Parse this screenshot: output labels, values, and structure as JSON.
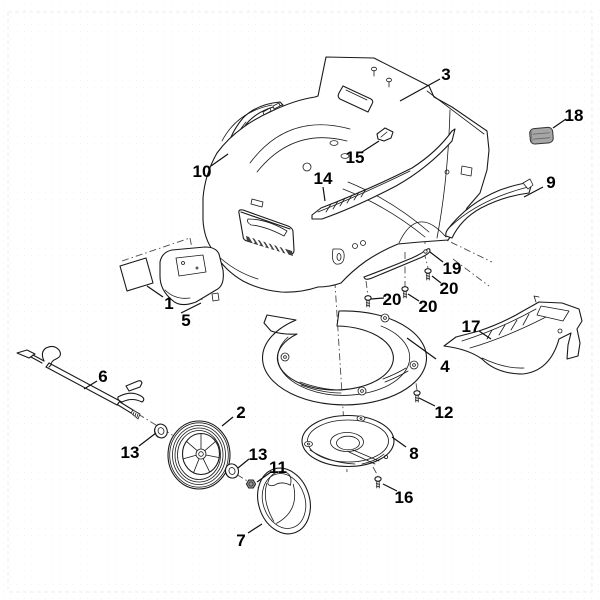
{
  "page": {
    "background": "#ffffff"
  },
  "colors": {
    "line": "#1a1a1a",
    "shade": "#3f3f3f",
    "plug": "#a6a6a6",
    "nut": "#9a9a9a"
  },
  "callouts": {
    "p1": {
      "label": "1"
    },
    "p2": {
      "label": "2"
    },
    "p3": {
      "label": "3"
    },
    "p4": {
      "label": "4"
    },
    "p5": {
      "label": "5"
    },
    "p6": {
      "label": "6"
    },
    "p7": {
      "label": "7"
    },
    "p8": {
      "label": "8"
    },
    "p9": {
      "label": "9"
    },
    "p10": {
      "label": "10"
    },
    "p11": {
      "label": "11"
    },
    "p12": {
      "label": "12"
    },
    "p13a": {
      "label": "13"
    },
    "p13b": {
      "label": "13"
    },
    "p14": {
      "label": "14"
    },
    "p15": {
      "label": "15"
    },
    "p16": {
      "label": "16"
    },
    "p17": {
      "label": "17"
    },
    "p18": {
      "label": "18"
    },
    "p19": {
      "label": "19"
    },
    "p20a": {
      "label": "20"
    },
    "p20b": {
      "label": "20"
    },
    "p20c": {
      "label": "20"
    }
  }
}
